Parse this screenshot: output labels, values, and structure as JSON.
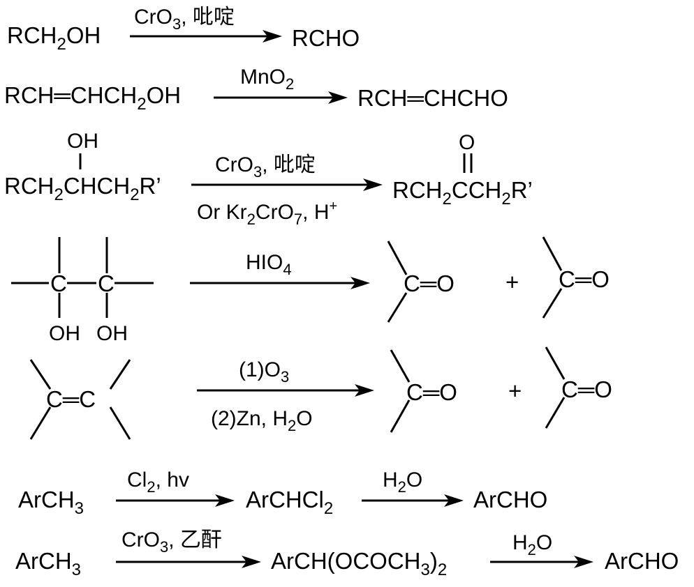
{
  "reactions": [
    {
      "id": "r1",
      "reactant": {
        "main": "RCH",
        "sub": "2",
        "tail": "OH"
      },
      "reagent_top": {
        "main": "CrO",
        "sub": "3",
        "tail": ", 吡啶"
      },
      "product": "RCHO"
    },
    {
      "id": "r2",
      "reactant": {
        "main": "RCH═CHCH",
        "sub": "2",
        "tail": "OH"
      },
      "reagent_top": {
        "main": "MnO",
        "sub": "2",
        "tail": ""
      },
      "product": "RCH═CHCHO"
    },
    {
      "id": "r3",
      "reactant": {
        "oh": "OH",
        "p1": "RCH",
        "s1": "2",
        "p2": "CHCH",
        "s2": "2",
        "p3": "R’"
      },
      "reagent_top": {
        "main": "CrO",
        "sub": "3",
        "tail": ", 吡啶"
      },
      "reagent_bottom": {
        "p1": "Or Kr",
        "s1": "2",
        "p2": "CrO",
        "s2": "7",
        "p3": ", H",
        "sup": "+"
      },
      "product": {
        "o": "O",
        "p1": "RCH",
        "s1": "2",
        "p2": "CCH",
        "s2": "2",
        "p3": "R’"
      }
    },
    {
      "id": "r4",
      "reactant": {
        "c1": "C",
        "c2": "C",
        "oh1": "OH",
        "oh2": "OH"
      },
      "reagent_top": {
        "main": "HIO",
        "sub": "4",
        "tail": ""
      },
      "product_a": "C═O",
      "plus": "+",
      "product_b": "C═O"
    },
    {
      "id": "r5",
      "reactant": "C═C",
      "reagent_top": "(1)O",
      "reagent_top_sub": "3",
      "reagent_bottom": {
        "main": "(2)Zn, H",
        "sub": "2",
        "tail": "O"
      },
      "product_a": "C═O",
      "plus": "+",
      "product_b": "C═O"
    },
    {
      "id": "r6",
      "reactant": {
        "main": "ArCH",
        "sub": "3"
      },
      "reagent_1": {
        "main": "Cl",
        "sub": "2",
        "tail": ", hv"
      },
      "intermediate": {
        "main": "ArCHCl",
        "sub": "2"
      },
      "reagent_2": {
        "main": "H",
        "sub": "2",
        "tail": "O"
      },
      "product": "ArCHO"
    },
    {
      "id": "r7",
      "reactant": {
        "main": "ArCH",
        "sub": "3"
      },
      "reagent_1": {
        "main": "CrO",
        "sub": "3",
        "tail": ", 乙酐"
      },
      "intermediate": {
        "p1": "ArCH(OCOCH",
        "s1": "3",
        "p2": ")",
        "s2": "2"
      },
      "reagent_2": {
        "main": "H",
        "sub": "2",
        "tail": "O"
      },
      "product": "ArCHO"
    }
  ]
}
